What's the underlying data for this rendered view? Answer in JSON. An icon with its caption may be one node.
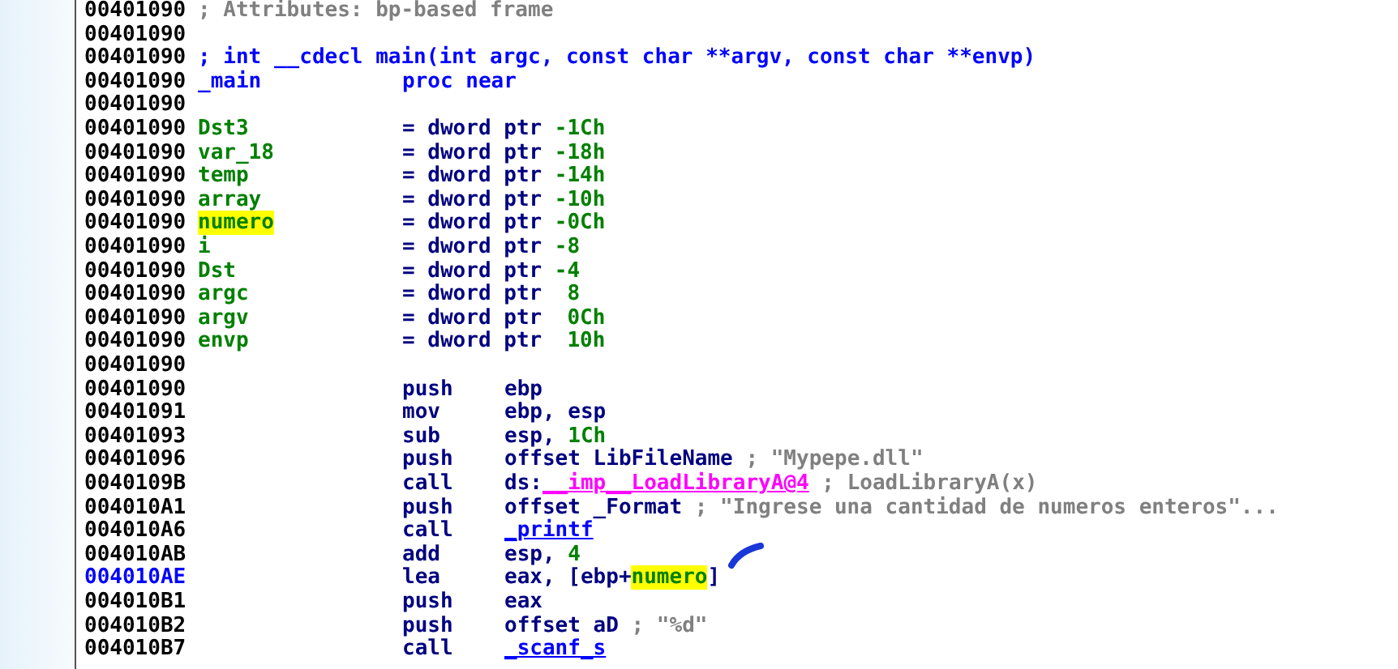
{
  "diagram": {
    "labels": [
      "00401090",
      "; Attributes: bp-based frame",
      "00401090",
      "00401090",
      "; int __cdecl main(int argc, const char **argv, const char **envp)",
      "00401090",
      "_main",
      "proc near",
      "00401090",
      "00401090",
      "Dst3",
      "= dword ptr",
      "-1Ch",
      "00401090",
      "var_18",
      "= dword ptr",
      "-18h",
      "00401090",
      "temp",
      "= dword ptr",
      "-14h",
      "00401090",
      "array",
      "= dword ptr",
      "-10h",
      "00401090",
      "numero",
      "= dword ptr",
      "-0Ch",
      "00401090",
      "i",
      "= dword ptr",
      "-8",
      "00401090",
      "Dst",
      "= dword ptr",
      "-4",
      "00401090",
      "argc",
      "= dword ptr",
      "8",
      "00401090",
      "argv",
      "= dword ptr",
      "0Ch",
      "00401090",
      "envp",
      "= dword ptr",
      "10h",
      "00401090",
      "00401090",
      "push",
      "ebp",
      "00401091",
      "mov",
      "ebp, esp",
      "00401093",
      "sub",
      "esp,",
      "1Ch",
      "00401096",
      "push",
      "offset LibFileName",
      "; \"Mypepe.dll\"",
      "0040109B",
      "call",
      "ds:",
      "__imp__LoadLibraryA@4",
      "; LoadLibraryA(x)",
      "004010A1",
      "push",
      "offset _Format",
      "; \"Ingrese una cantidad de numeros enteros\"...",
      "004010A6",
      "call",
      "_printf",
      "004010AB",
      "add",
      "esp,",
      "4",
      "004010AE",
      "lea",
      "eax, [ebp+",
      "numero",
      "]",
      "004010B1",
      "push",
      "eax",
      "004010B2",
      "push",
      "offset aD",
      "; \"%d\"",
      "004010B7",
      "call",
      "_scanf_s"
    ]
  }
}
